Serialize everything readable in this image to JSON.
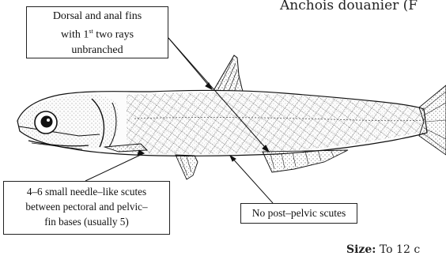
{
  "header": {
    "title": "Anchois douanier (F"
  },
  "callouts": {
    "fins": {
      "line1": "Dorsal and anal fins",
      "line2_pre": "with 1",
      "line2_sup": "st",
      "line2_post": " two rays",
      "line3": "unbranched"
    },
    "scutes": {
      "line1": "4–6 small needle–like scutes",
      "line2": "between pectoral and pelvic–",
      "line3": "fin bases (usually 5)"
    },
    "post_pelvic": {
      "label": "No post–pelvic scutes"
    }
  },
  "size_note": {
    "label": "Size:",
    "value": " To 12 c"
  },
  "colors": {
    "ink": "#111111",
    "background": "#ffffff"
  }
}
